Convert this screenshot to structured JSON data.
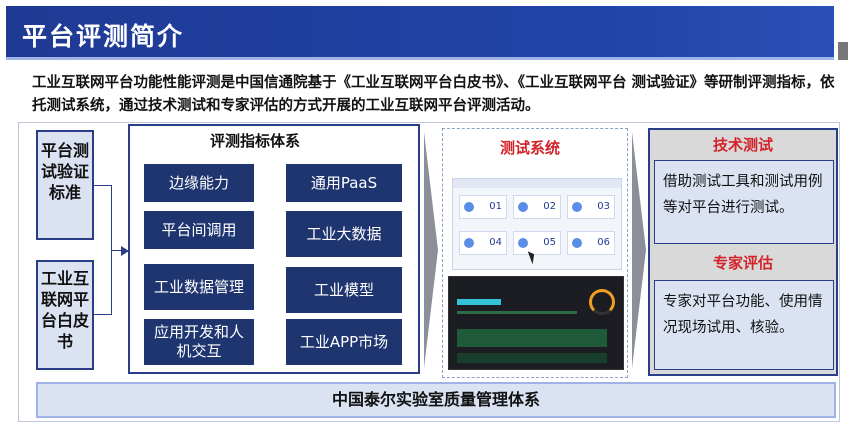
{
  "header": {
    "title": "平台评测简介"
  },
  "intro": "工业互联网平台功能性能评测是中国信通院基于《工业互联网平台白皮书》、《工业互联网平台 测试验证》等研制评测指标，依托测试系统，通过技术测试和专家评估的方式开展的工业互联网平台评测活动。",
  "standards": [
    "平台测试验证标准",
    "工业互联网平台白皮书"
  ],
  "metrics": {
    "title": "评测指标体系",
    "items": [
      "边缘能力",
      "通用PaaS",
      "平台间调用",
      "工业大数据",
      "工业数据管理",
      "工业模型",
      "应用开发和人机交互",
      "工业APP市场"
    ]
  },
  "test_system": {
    "title": "测试系统",
    "tiles": [
      "01",
      "02",
      "03",
      "04",
      "05",
      "06"
    ]
  },
  "tech_test": {
    "title": "技术测试",
    "body": "借助测试工具和测试用例等对平台进行测试。"
  },
  "expert_eval": {
    "title": "专家评估",
    "body": "专家对平台功能、使用情况现场试用、核验。"
  },
  "footer": "中国泰尔实验室质量管理体系",
  "colors": {
    "title_bar": "#1f3a93",
    "metric_box": "#1f3570",
    "accent_red": "#d2232a",
    "light_blue": "#dbe3f3"
  }
}
